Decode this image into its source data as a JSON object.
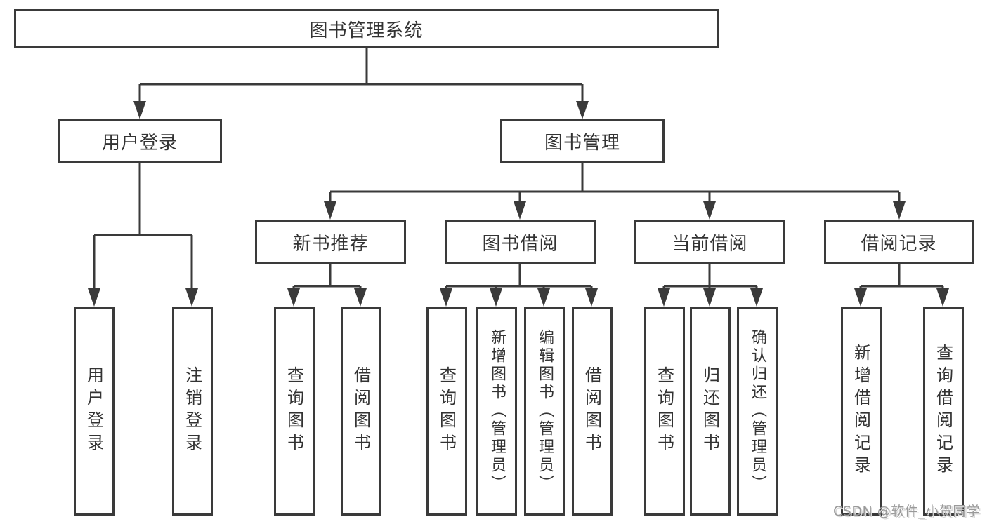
{
  "tree": {
    "root": {
      "label": "图书管理系统",
      "children": [
        {
          "label": "用户登录",
          "children": [
            {
              "label": "用户登录"
            },
            {
              "label": "注销登录"
            }
          ]
        },
        {
          "label": "图书管理",
          "children": [
            {
              "label": "新书推荐",
              "children": [
                {
                  "label": "查询图书"
                },
                {
                  "label": "借阅图书"
                }
              ]
            },
            {
              "label": "图书借阅",
              "children": [
                {
                  "label": "查询图书"
                },
                {
                  "label": "新增图书（管理员）"
                },
                {
                  "label": "编辑图书（管理员）"
                },
                {
                  "label": "借阅图书"
                }
              ]
            },
            {
              "label": "当前借阅",
              "children": [
                {
                  "label": "查询图书"
                },
                {
                  "label": "归还图书"
                },
                {
                  "label": "确认归还（管理员）"
                }
              ]
            },
            {
              "label": "借阅记录",
              "children": [
                {
                  "label": "新增借阅记录"
                },
                {
                  "label": "查询借阅记录"
                }
              ]
            }
          ]
        }
      ]
    }
  },
  "watermark": {
    "text": "CSDN @软件_小贺同学"
  },
  "colors": {
    "line": "#3a3a3a",
    "text": "#333333",
    "box_background": "#ffffff",
    "watermark": "#9a9a9a"
  }
}
